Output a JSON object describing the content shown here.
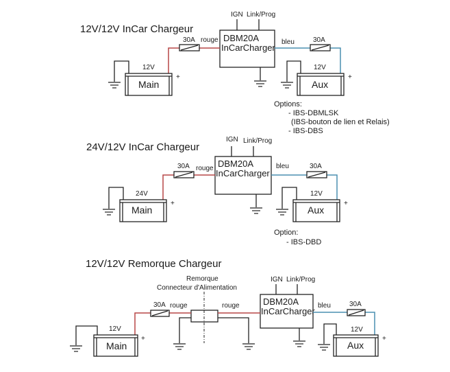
{
  "colors": {
    "red_wire": "#b74747",
    "blue_wire": "#4a8fb0",
    "line": "#222222"
  },
  "diagrams": [
    {
      "title": "12V/12V InCar Chargeur",
      "charger": {
        "line1": "DBM20A",
        "line2": "InCarCharger",
        "ign": "IGN",
        "link": "Link/Prog"
      },
      "main_battery": {
        "label": "Main",
        "voltage": "12V",
        "plus": "+"
      },
      "aux_battery": {
        "label": "Aux",
        "voltage": "12V",
        "plus": "+"
      },
      "fuse_in": "30A",
      "wire_in": "rouge",
      "fuse_out": "30A",
      "wire_out": "bleu",
      "options_title": "Options:",
      "options": [
        "- IBS-DBMLSK",
        "(IBS-bouton de lien et Relais)",
        "- IBS-DBS"
      ]
    },
    {
      "title": "24V/12V InCar Chargeur",
      "charger": {
        "line1": "DBM20A",
        "line2": "InCarCharger",
        "ign": "IGN",
        "link": "Link/Prog"
      },
      "main_battery": {
        "label": "Main",
        "voltage": "24V",
        "plus": "+"
      },
      "aux_battery": {
        "label": "Aux",
        "voltage": "12V",
        "plus": "+"
      },
      "fuse_in": "30A",
      "wire_in": "rouge",
      "fuse_out": "30A",
      "wire_out": "bleu",
      "options_title": "Option:",
      "options": [
        "- IBS-DBD"
      ]
    },
    {
      "title": "12V/12V Remorque Chargeur",
      "connector_line1": "Remorque",
      "connector_line2": "Connecteur d'Alimentation",
      "charger": {
        "line1": "DBM20A",
        "line2": "InCarCharger",
        "ign": "IGN",
        "link": "Link/Prog"
      },
      "main_battery": {
        "label": "Main",
        "voltage": "12V",
        "plus": "+"
      },
      "aux_battery": {
        "label": "Aux",
        "voltage": "12V",
        "plus": "+"
      },
      "fuse_in": "30A",
      "wire_in": "rouge",
      "wire_trailer": "rouge",
      "fuse_out": "30A",
      "wire_out": "bleu"
    }
  ]
}
